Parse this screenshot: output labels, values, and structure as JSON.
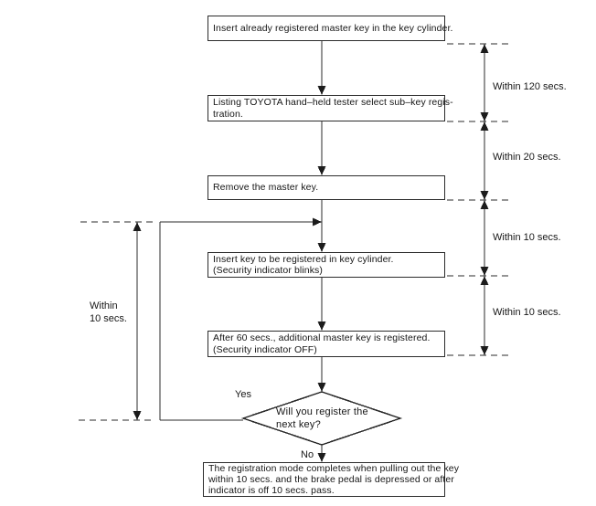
{
  "page": {
    "background": "#ffffff",
    "ink": "#1c1c1c",
    "line_color": "#2b2b2b"
  },
  "flowchart": {
    "steps": [
      {
        "lines": [
          "Insert already registered master key in the key cylinder."
        ]
      },
      {
        "lines": [
          "Listing TOYOTA hand–held tester select sub–key regis-",
          "tration."
        ]
      },
      {
        "lines": [
          "Remove the master key."
        ]
      },
      {
        "lines": [
          "Insert key to be registered in key cylinder.",
          "(Security indicator blinks)"
        ]
      },
      {
        "lines": [
          "After 60 secs., additional master key is registered.",
          "(Security indicator OFF)"
        ]
      },
      {
        "lines": [
          "The registration mode completes when pulling out the key",
          "within 10 secs. and the brake pedal is depressed or after",
          "indicator is off 10 secs. pass."
        ]
      }
    ],
    "decision": {
      "lines": [
        "Will you register the",
        "next key?"
      ]
    },
    "branch_labels": {
      "yes": "Yes",
      "no": "No"
    },
    "timings_right": [
      "Within 120 secs.",
      "Within 20 secs.",
      "Within 10 secs.",
      "Within 10 secs."
    ],
    "timing_left": {
      "lines": [
        "Within",
        "10 secs."
      ]
    }
  }
}
